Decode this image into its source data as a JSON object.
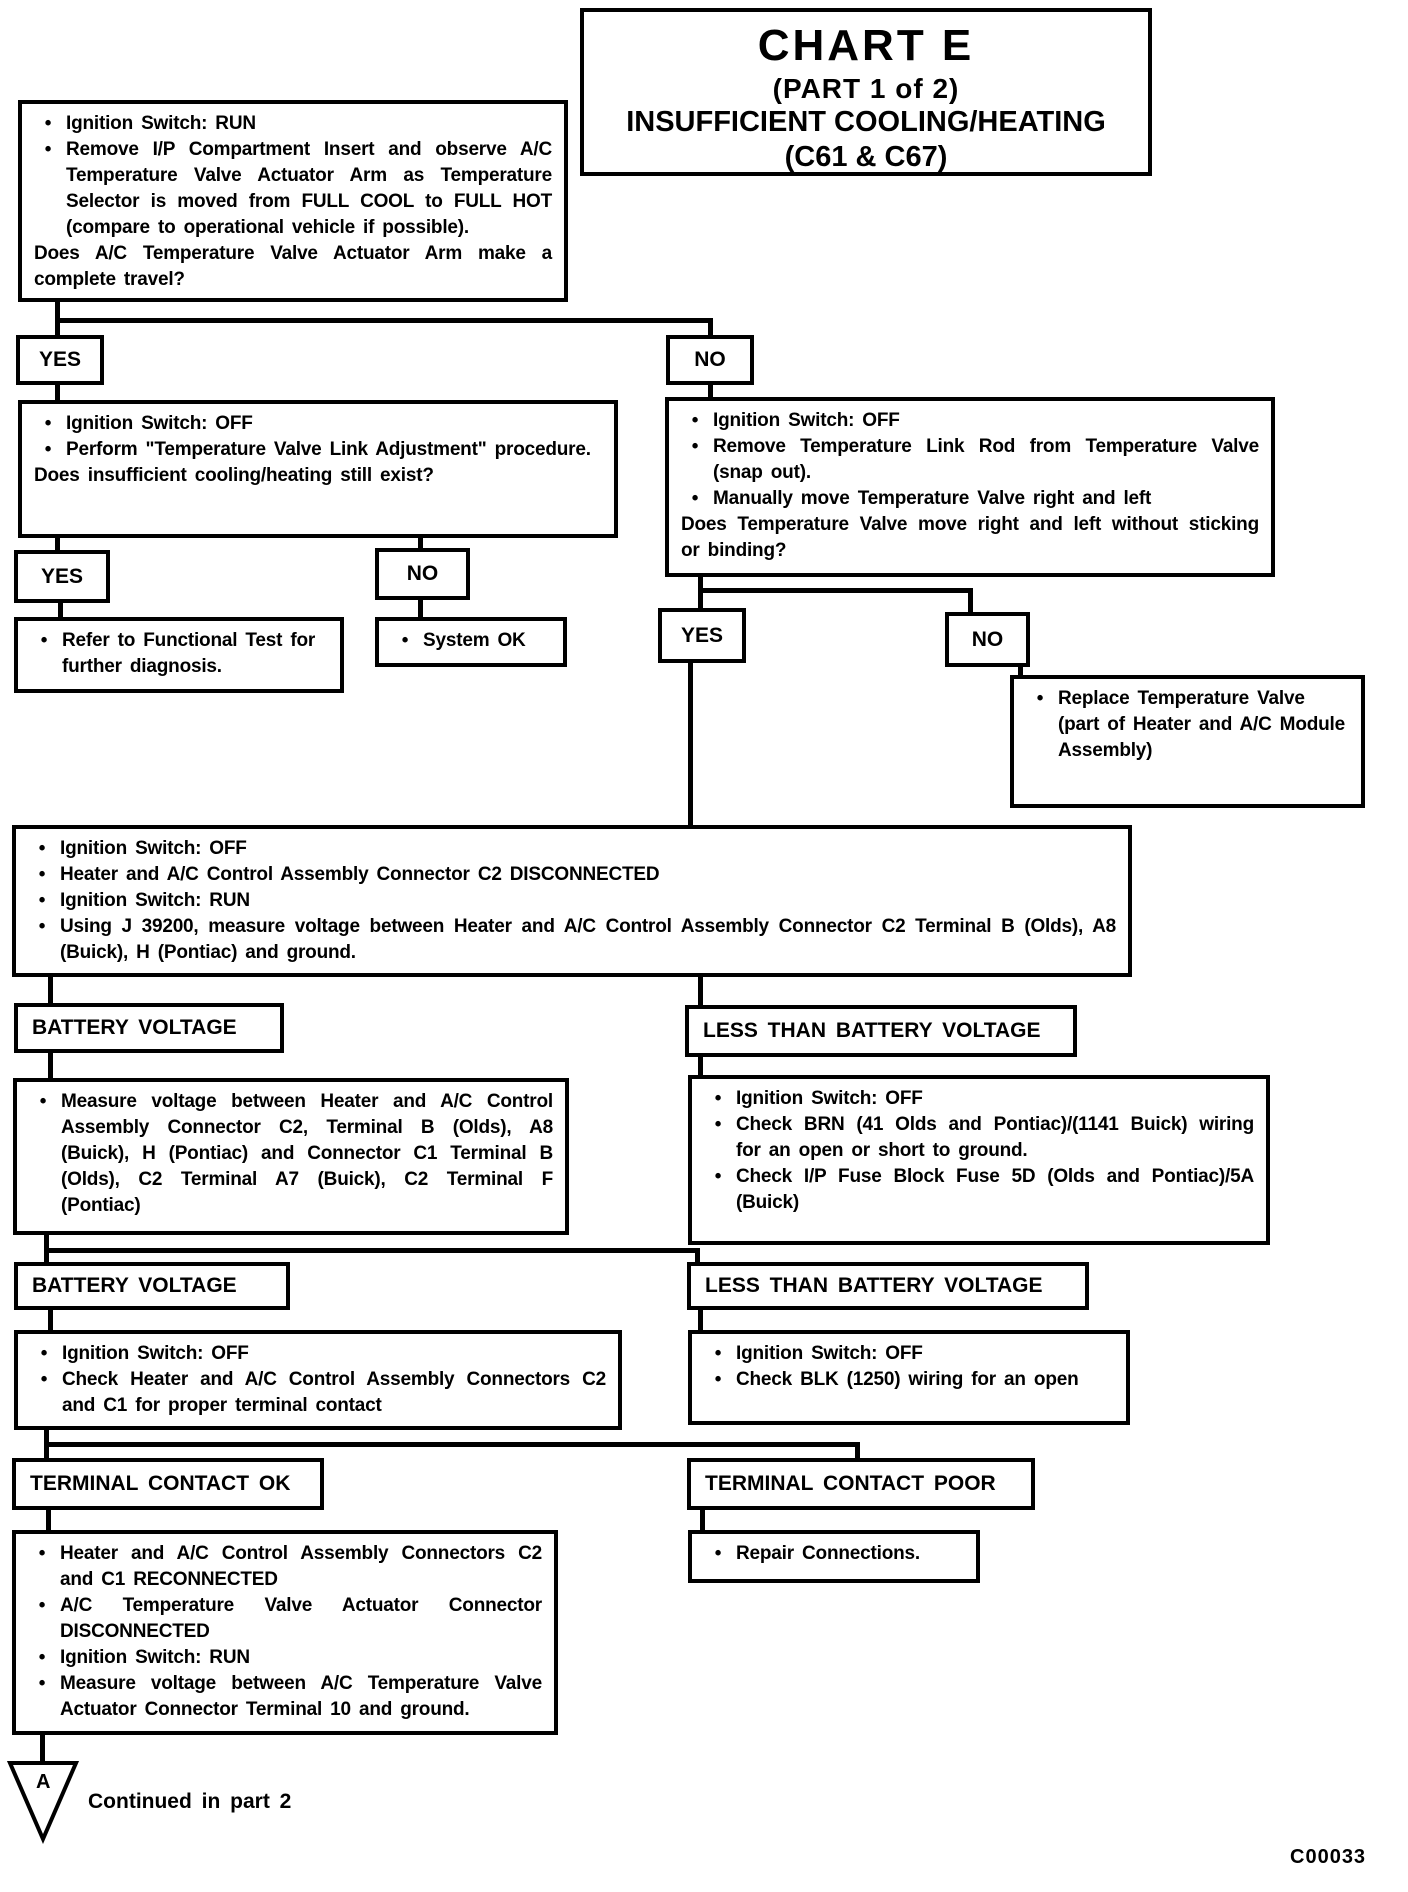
{
  "colors": {
    "ink": "#000000",
    "paper": "#ffffff"
  },
  "title": {
    "l1": "CHART E",
    "l2": "(PART 1 of 2)",
    "l3": "INSUFFICIENT COOLING/HEATING",
    "l4": "(C61 & C67)"
  },
  "labels": {
    "yes": "YES",
    "no": "NO",
    "battery_voltage": "BATTERY VOLTAGE",
    "less_than_battery_voltage": "LESS THAN BATTERY VOLTAGE",
    "terminal_contact_ok": "TERMINAL CONTACT OK",
    "terminal_contact_poor": "TERMINAL CONTACT POOR"
  },
  "boxes": {
    "start": {
      "bullets": [
        "Ignition Switch: RUN",
        "Remove I/P Compartment Insert and observe A/C Temperature Valve Actuator Arm as Temperature Selector is moved from FULL COOL to FULL HOT (compare to operational vehicle if possible)."
      ],
      "question": "Does A/C Temperature Valve Actuator Arm make a complete travel?"
    },
    "adjust": {
      "bullets": [
        "Ignition Switch: OFF",
        "Perform \"Temperature Valve Link Adjustment\" procedure."
      ],
      "question": "Does insufficient cooling/heating still exist?"
    },
    "valve_move": {
      "bullets": [
        "Ignition Switch: OFF",
        "Remove Temperature Link Rod from Temperature Valve (snap out).",
        "Manually move Temperature Valve right and left"
      ],
      "question": "Does Temperature Valve move right and left without sticking or binding?"
    },
    "refer": {
      "bullets": [
        "Refer to Functional Test for further diagnosis."
      ]
    },
    "system_ok": {
      "bullets": [
        "System OK"
      ]
    },
    "replace_valve": {
      "bullets": [
        "Replace Temperature Valve (part of Heater and A/C Module Assembly)"
      ]
    },
    "voltage_test": {
      "bullets": [
        "Ignition Switch: OFF",
        "Heater and A/C Control Assembly Connector C2 DISCONNECTED",
        "Ignition Switch: RUN",
        "Using J 39200, measure voltage between Heater and A/C Control Assembly Connector C2 Terminal B (Olds), A8 (Buick), H (Pontiac) and ground."
      ]
    },
    "measure_c1": {
      "bullets": [
        "Measure voltage between Heater and A/C Control Assembly Connector C2, Terminal B (Olds), A8 (Buick), H (Pontiac) and Connector C1 Terminal B (Olds), C2 Terminal A7 (Buick), C2 Terminal F (Pontiac)"
      ]
    },
    "check_brn": {
      "bullets": [
        "Ignition Switch: OFF",
        "Check BRN (41 Olds and Pontiac)/(1141 Buick) wiring for an open or short to ground.",
        "Check I/P Fuse Block Fuse 5D (Olds and Pontiac)/5A (Buick)"
      ]
    },
    "check_connectors": {
      "bullets": [
        "Ignition Switch: OFF",
        "Check Heater and A/C Control Assembly Connectors C2 and C1 for proper terminal contact"
      ]
    },
    "check_blk": {
      "bullets": [
        "Ignition Switch: OFF",
        "Check BLK (1250) wiring for an open"
      ]
    },
    "repair": {
      "bullets": [
        "Repair Connections."
      ]
    },
    "actuator_test": {
      "bullets": [
        "Heater and A/C Control Assembly Connectors C2 and C1 RECONNECTED",
        "A/C Temperature Valve Actuator Connector DISCONNECTED",
        "Ignition Switch: RUN",
        "Measure voltage between A/C Temperature Valve Actuator Connector Terminal 10 and ground."
      ]
    }
  },
  "footer": {
    "connector_letter": "A",
    "continued": "Continued in part 2",
    "code": "C00033"
  }
}
